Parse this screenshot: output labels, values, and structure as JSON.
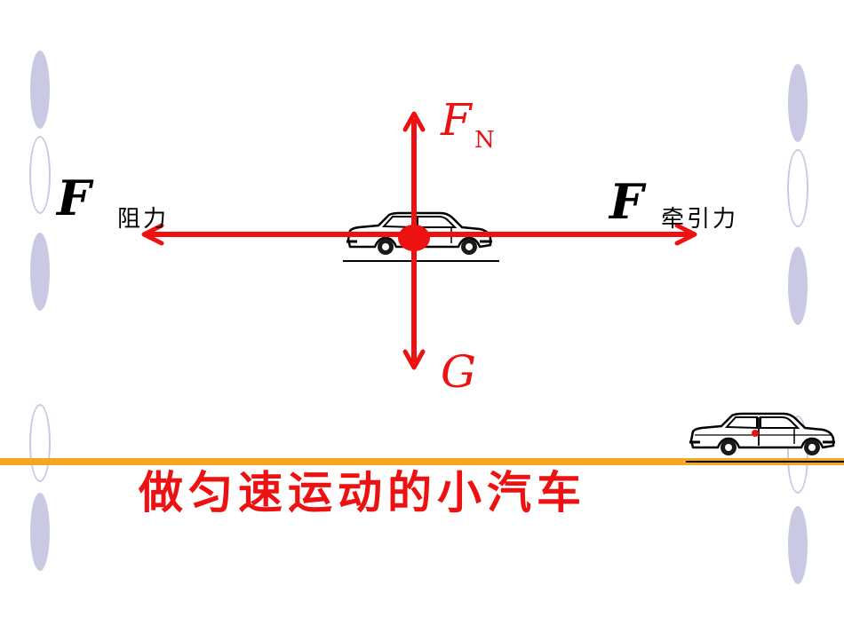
{
  "labels": {
    "drag_main": "F",
    "drag_sub": "阻力",
    "traction_main": "F",
    "traction_sub": "牵引力",
    "normal_main": "F",
    "normal_sub": "N",
    "gravity": "G"
  },
  "caption": "做匀速运动的小汽车",
  "colors": {
    "force_arrow": "#ee1111",
    "road": "#f5a623",
    "decoration": "#c9c9e3",
    "text_black": "#000000"
  }
}
